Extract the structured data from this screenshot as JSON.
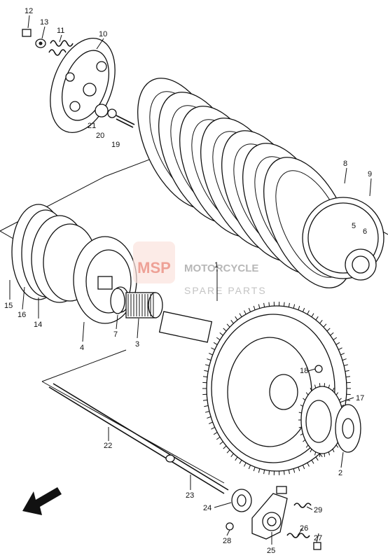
{
  "watermark": {
    "logo_text": "MSP",
    "brand_line": "MOTORCYCLE",
    "sub_line": "SPARE PARTS",
    "color": "#e87a6a"
  },
  "arrow_icon": "direction-arrow-icon",
  "callouts": [
    {
      "id": "12",
      "label": "12"
    },
    {
      "id": "13",
      "label": "13"
    },
    {
      "id": "11",
      "label": "11"
    },
    {
      "id": "10",
      "label": "10"
    },
    {
      "id": "21",
      "label": "21"
    },
    {
      "id": "20",
      "label": "20"
    },
    {
      "id": "19",
      "label": "19"
    },
    {
      "id": "8",
      "label": "8"
    },
    {
      "id": "9",
      "label": "9"
    },
    {
      "id": "5",
      "label": "5"
    },
    {
      "id": "6",
      "label": "6"
    },
    {
      "id": "15",
      "label": "15"
    },
    {
      "id": "16",
      "label": "16"
    },
    {
      "id": "14",
      "label": "14"
    },
    {
      "id": "4",
      "label": "4"
    },
    {
      "id": "7",
      "label": "7"
    },
    {
      "id": "3",
      "label": "3"
    },
    {
      "id": "1",
      "label": "1"
    },
    {
      "id": "18",
      "label": "18"
    },
    {
      "id": "17",
      "label": "17"
    },
    {
      "id": "2",
      "label": "2"
    },
    {
      "id": "22",
      "label": "22"
    },
    {
      "id": "23",
      "label": "23"
    },
    {
      "id": "24",
      "label": "24"
    },
    {
      "id": "25",
      "label": "25"
    },
    {
      "id": "26",
      "label": "26"
    },
    {
      "id": "27",
      "label": "27"
    },
    {
      "id": "28",
      "label": "28"
    },
    {
      "id": "29",
      "label": "29"
    }
  ]
}
